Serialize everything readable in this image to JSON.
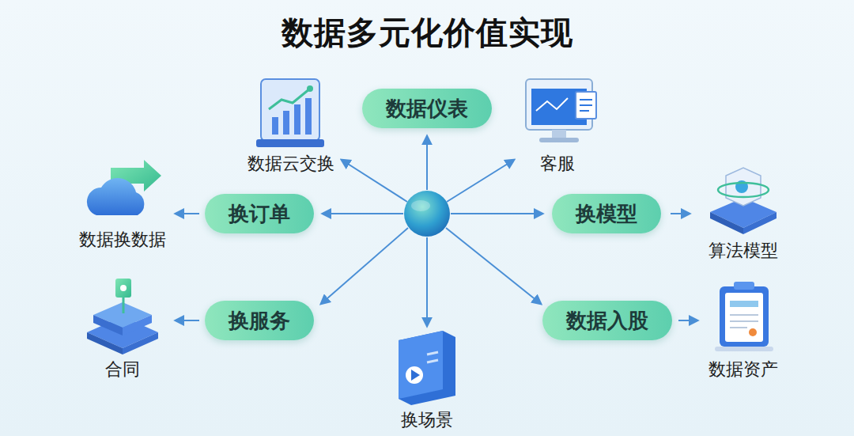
{
  "diagram": {
    "title": "数据多元化价值实现",
    "nodes": [
      {
        "text": [
          "数据仪表"
        ]
      },
      {
        "text": [
          "换订单"
        ]
      },
      {
        "text": [
          "换模型"
        ]
      },
      {
        "text": [
          "换服务"
        ]
      },
      {
        "text": [
          "数据入股"
        ]
      }
    ],
    "labels": [
      "数据云交换",
      "客服",
      "数据换数据",
      "算法模型",
      "合同",
      "数据资产",
      "换场景"
    ]
  }
}
